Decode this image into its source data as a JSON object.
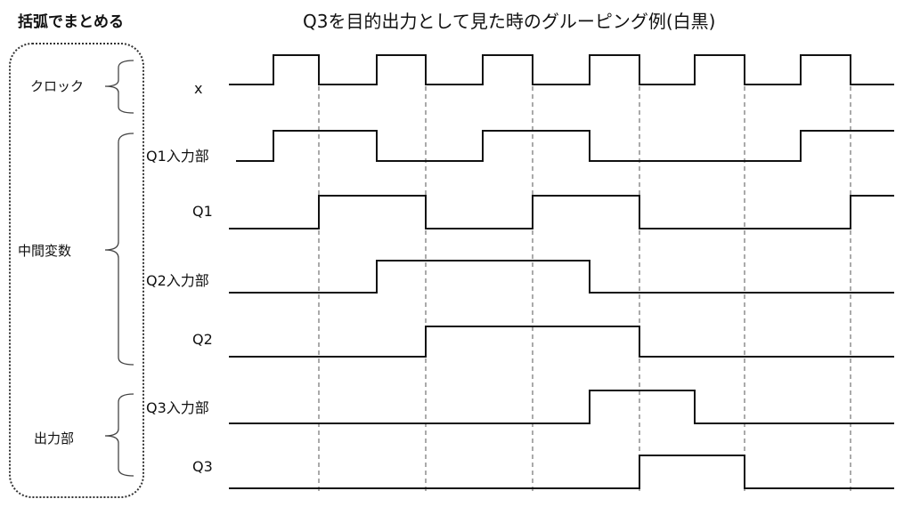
{
  "titles": {
    "left": "括弧でまとめる",
    "main": "Q3を目的出力として見た時のグルーピング例(白黒)"
  },
  "groups": [
    {
      "label": "クロック"
    },
    {
      "label": "中間変数"
    },
    {
      "label": "出力部"
    }
  ],
  "signals": [
    {
      "label": "x",
      "start": 0,
      "edges": [
        1,
        2,
        3,
        4,
        5,
        6,
        7,
        8,
        9,
        10,
        11,
        12
      ]
    },
    {
      "label": "Q1入力部",
      "start": 0,
      "edges": [
        1,
        3,
        5,
        7,
        11
      ]
    },
    {
      "label": "Q1",
      "start": 0,
      "edges": [
        2,
        4,
        6,
        8,
        12
      ]
    },
    {
      "label": "Q2入力部",
      "start": 0,
      "edges": [
        3,
        7
      ]
    },
    {
      "label": "Q2",
      "start": 0,
      "edges": [
        4,
        8
      ]
    },
    {
      "label": "Q3入力部",
      "start": 0,
      "edges": [
        7,
        9
      ]
    },
    {
      "label": "Q3",
      "start": 0,
      "edges": [
        8,
        10
      ]
    }
  ],
  "reference_edges": [
    2,
    4,
    6,
    8,
    10,
    12
  ],
  "colors": {
    "line": "#111111",
    "dash": "#555555"
  }
}
